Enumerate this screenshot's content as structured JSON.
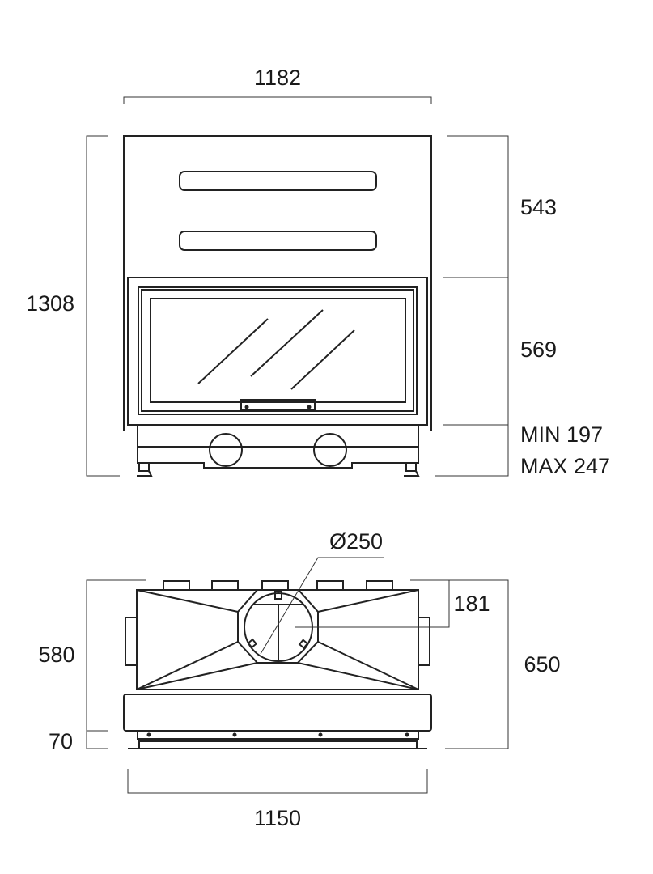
{
  "front_view": {
    "width_label": "1182",
    "height_label": "1308",
    "upper_label": "543",
    "door_label": "569",
    "base_min_label": "MIN 197",
    "base_max_label": "MAX 247"
  },
  "top_view": {
    "flue_label": "Ø250",
    "flue_offset_label": "181",
    "depth_label": "650",
    "body_depth_label": "580",
    "frame_depth_label": "70",
    "width_label": "1150"
  }
}
